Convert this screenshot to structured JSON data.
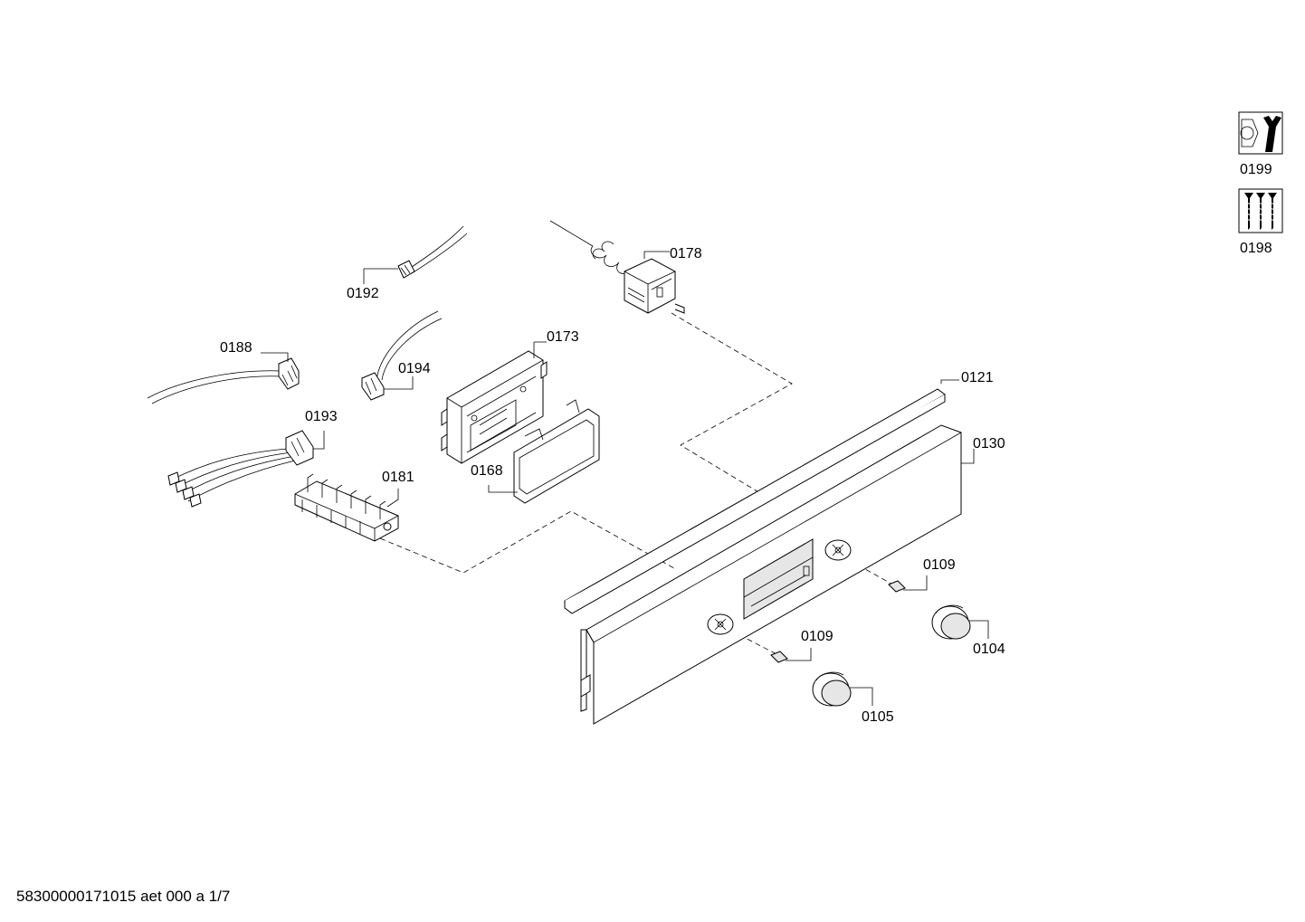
{
  "parts": {
    "p0192": "0192",
    "p0178": "0178",
    "p0188": "0188",
    "p0194": "0194",
    "p0173": "0173",
    "p0193": "0193",
    "p0121": "0121",
    "p0181": "0181",
    "p0168": "0168",
    "p0130": "0130",
    "p0109a": "0109",
    "p0109b": "0109",
    "p0104": "0104",
    "p0105": "0105"
  },
  "kits": {
    "hardware": "0199",
    "screws": "0198"
  },
  "footer": {
    "doc_id": "58300000171015 aet 000 a 1/7"
  },
  "icons": {
    "hardware": "wrench-nut-icon",
    "screws": "screws-icon"
  }
}
